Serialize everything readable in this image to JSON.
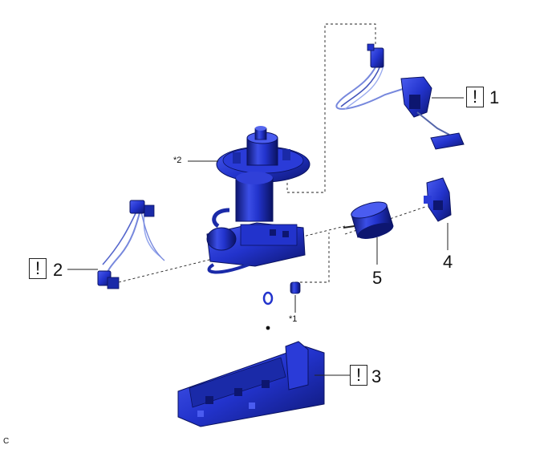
{
  "diagram": {
    "corner_code": "C",
    "warn_glyph": "!",
    "parts": [
      {
        "id": "fuel-sender-gauge",
        "number": "1",
        "caution": true
      },
      {
        "id": "wire-harness",
        "number": "2",
        "caution": true
      },
      {
        "id": "suction-filter-case",
        "number": "3",
        "caution": true
      },
      {
        "id": "fuel-pump-bracket",
        "number": "4",
        "caution": false
      },
      {
        "id": "fuel-pump",
        "number": "5",
        "caution": false
      }
    ],
    "notes": {
      "star1": "*1",
      "star2": "*2",
      "dot": "●"
    },
    "colors": {
      "part_fill": "#2233cc",
      "part_dark": "#0d1670",
      "part_light": "#5566ee",
      "wire": "#7788dd",
      "line": "#222222"
    }
  }
}
